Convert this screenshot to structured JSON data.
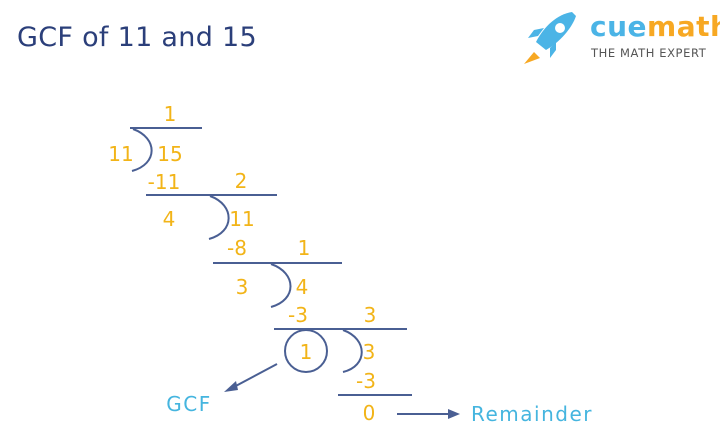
{
  "title": "GCF of 11 and 15",
  "logo": {
    "brand_part1": "cue",
    "brand_part2": "math",
    "tagline": "THE MATH EXPERT",
    "icon": "rocket-icon"
  },
  "colors": {
    "title": "#2b3f7a",
    "numbers": "#f2b418",
    "lines": "#4a5f93",
    "labels": "#45b5df",
    "brand_blue": "#4bb4e6",
    "brand_orange": "#f7a823"
  },
  "steps": [
    {
      "divisor": "11",
      "dividend": "15",
      "quotient": "1",
      "product": "-11",
      "remainder": "4"
    },
    {
      "divisor": "4",
      "dividend": "11",
      "quotient": "2",
      "product": "-8",
      "remainder": "3"
    },
    {
      "divisor": "3",
      "dividend": "4",
      "quotient": "1",
      "product": "-3",
      "remainder": "1"
    },
    {
      "divisor": "1",
      "dividend": "3",
      "quotient": "3",
      "product": "-3",
      "remainder": "0"
    }
  ],
  "annotations": {
    "gcf_label": "GCF",
    "remainder_label": "Remainder"
  }
}
